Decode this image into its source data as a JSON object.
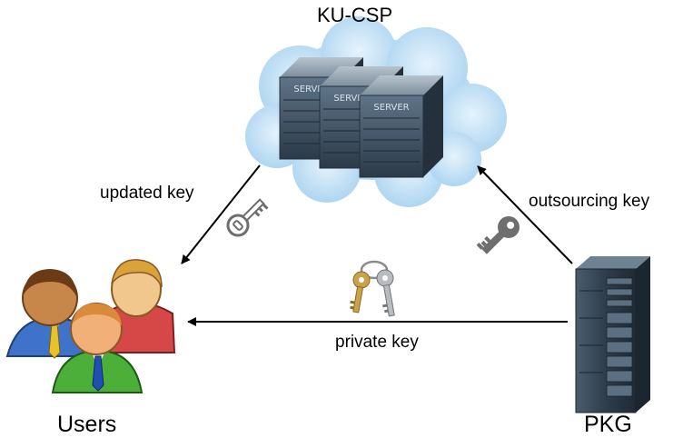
{
  "nodes": {
    "cloud_label": "KU-CSP",
    "server_text": "SERVER",
    "users_label": "Users",
    "pkg_label": "PKG"
  },
  "edges": {
    "updated_key": "updated key",
    "outsourcing_key": "outsourcing key",
    "private_key": "private key"
  },
  "colors": {
    "cloud": "#b9dcf3",
    "server": "#3c4f60",
    "rack": "#2e3d4b",
    "arrow": "#000000",
    "key_gray": "#6e6e6e",
    "key_gold": "#c9a24a",
    "user_blue": "#3f73c9",
    "user_green": "#4caf3a",
    "user_red": "#d64848"
  },
  "icons": [
    "cloud-icon",
    "server-icon",
    "key-icon",
    "keyring-icon",
    "users-icon",
    "rack-server-icon"
  ]
}
